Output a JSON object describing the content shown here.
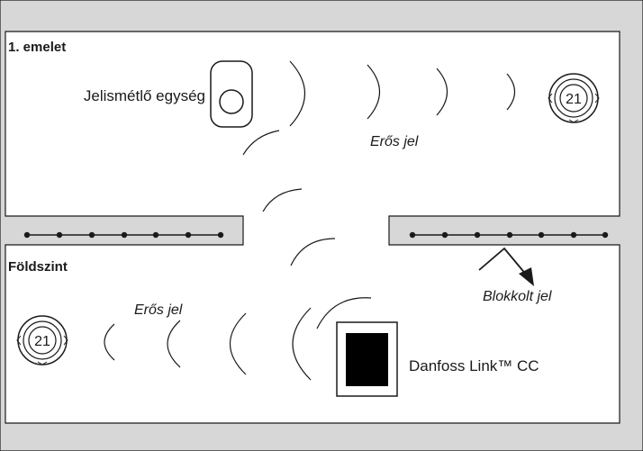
{
  "floors": {
    "upper": {
      "label": "1. emelet"
    },
    "ground": {
      "label": "Földszint"
    }
  },
  "devices": {
    "repeater": {
      "label": "Jelismétlő egység"
    },
    "controller": {
      "label": "Danfoss Link™ CC"
    },
    "thermostat_upper": {
      "value": "21"
    },
    "thermostat_ground": {
      "value": "21"
    }
  },
  "signals": {
    "upper_strong": "Erős jel",
    "ground_strong": "Erős jel",
    "blocked": "Blokkolt jel"
  },
  "colors": {
    "wall_fill": "#d7d7d7",
    "ink": "#1a1a1a",
    "controller_screen": "#000000"
  }
}
